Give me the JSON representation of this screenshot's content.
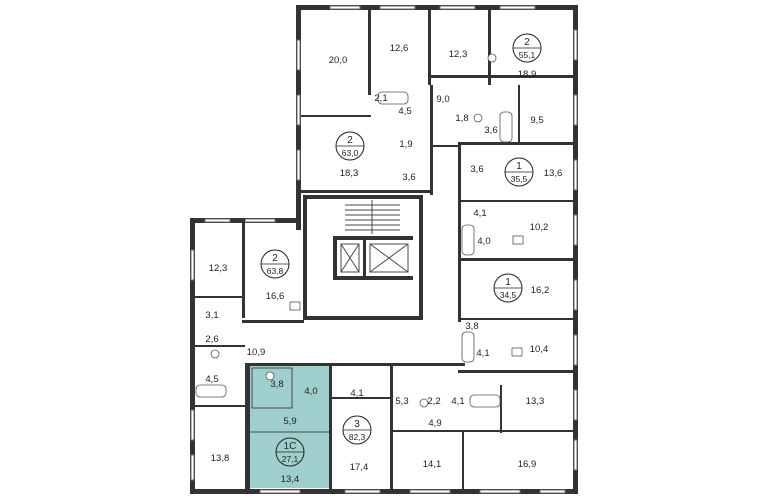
{
  "colors": {
    "walls": "#333333",
    "highlight_apartment": "#9fcfcc",
    "background": "#ffffff"
  },
  "highlighted_apartment": {
    "code": "1С",
    "area": "27,1"
  },
  "apartments": [
    {
      "rooms": "2",
      "area": "55,1"
    },
    {
      "rooms": "2",
      "area": "63,0"
    },
    {
      "rooms": "1",
      "area": "35,5"
    },
    {
      "rooms": "2",
      "area": "63,8"
    },
    {
      "rooms": "1",
      "area": "34,5"
    },
    {
      "rooms": "3",
      "area": "82,3"
    },
    {
      "rooms": "1С",
      "area": "27,1"
    }
  ],
  "room_areas": [
    "20,0",
    "12,6",
    "12,3",
    "18,9",
    "2,1",
    "4,5",
    "9,0",
    "1,8",
    "3,6",
    "9,5",
    "1,9",
    "18,3",
    "3,6",
    "3,6",
    "13,6",
    "4,1",
    "10,2",
    "4,0",
    "12,3",
    "16,6",
    "16,2",
    "3,8",
    "3,1",
    "2,6",
    "10,9",
    "4,1",
    "10,4",
    "4,5",
    "3,8",
    "4,0",
    "4,1",
    "5,3",
    "2,2",
    "4,1",
    "13,3",
    "5,9",
    "4,9",
    "13,8",
    "13,4",
    "17,4",
    "14,1",
    "16,9"
  ],
  "icons": [
    "elevator-icon",
    "staircase-icon",
    "bathtub-icon",
    "toilet-icon",
    "sink-icon"
  ]
}
